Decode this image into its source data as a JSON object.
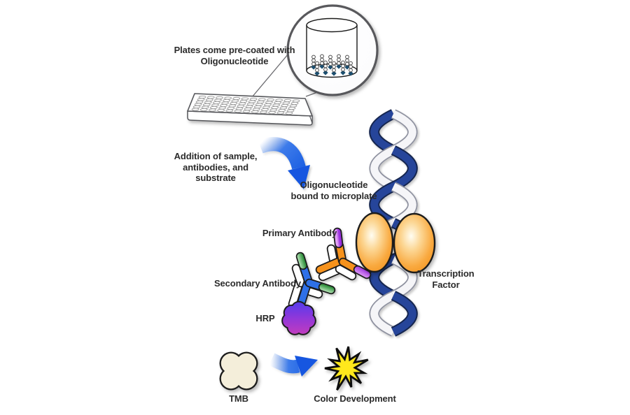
{
  "labels": {
    "plate_precoated": "Plates come pre-coated with\nOligonucleotide",
    "addition": "Addition of sample,\nantibodies, and\nsubstrate",
    "oligo_bound": "Oligonucleotide\nbound to microplate",
    "primary_antibody": "Primary Antibody",
    "secondary_antibody": "Secondary Antibody",
    "hrp": "HRP",
    "transcription_factor": "Transcription\nFactor",
    "tmb": "TMB",
    "color_development": "Color Development"
  },
  "icons": {
    "magnified-well-icon": "circle callout showing oligonucleotide-coated well",
    "microplate-icon": "96-well microplate",
    "flow-arrow-icon": "blue curved arrow",
    "dna-helix-icon": "blue and silver double helix",
    "transcription-factor-icon": "orange protein dimer on DNA",
    "primary-antibody-icon": "orange Y antibody with purple tips",
    "secondary-antibody-icon": "blue Y antibody with green tips",
    "hrp-icon": "purple seven-lobed enzyme",
    "tmb-icon": "cream four-lobed substrate",
    "color-burst-icon": "yellow starburst"
  },
  "colors": {
    "background": "#ffffff",
    "text": "#2b2b2b",
    "outline": "#1a1a1a",
    "arrow_blue": "#1257e0",
    "arrow_blue_light": "#7fa8f0",
    "dna_navy": "#26449a",
    "dna_navy_edge": "#14264f",
    "dna_silver": "#f5f5f8",
    "dna_silver_edge": "#8f92a0",
    "tf_orange": "#f6921e",
    "primary_orange": "#f6921e",
    "primary_tip_purple": "#b44fe8",
    "secondary_blue": "#2e6fe8",
    "secondary_tip_green": "#3fa24a",
    "hrp_top": "#4f3bee",
    "hrp_bottom": "#c93bba",
    "tmb_cream": "#f4eeda",
    "star_yellow": "#ffe81a",
    "plate_outline": "#55565a",
    "well_gray": "#9a9a9a",
    "oligo_dot": "#1c4f70"
  }
}
